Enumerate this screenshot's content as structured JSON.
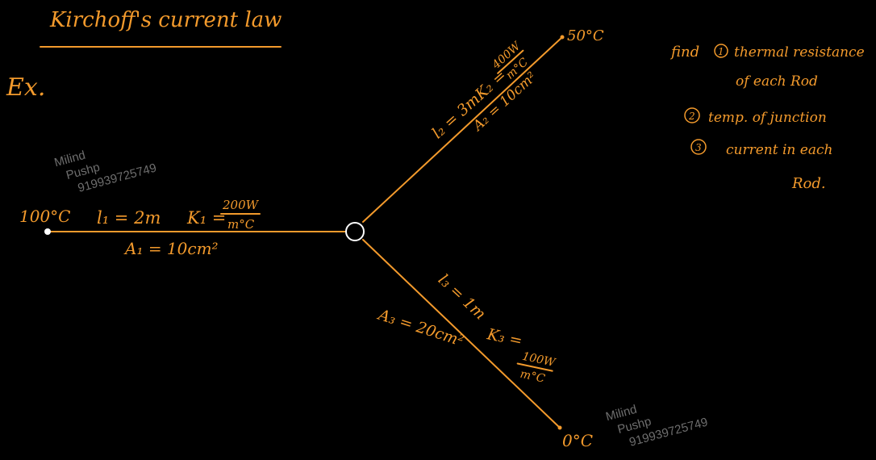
{
  "title": "Kirchoff's current law",
  "example_label": "Ex.",
  "rods": {
    "rod1": {
      "temp": "100°C",
      "length": "l₁ = 2m",
      "conductivity": "K₁ =",
      "k_num": "200W",
      "k_den": "m°C",
      "area": "A₁ = 10cm²"
    },
    "rod2": {
      "temp": "50°C",
      "length": "l₂ = 3m",
      "conductivity": "K₂ =",
      "k_num": "400W",
      "k_den": "m°C",
      "area": "A₂ = 10cm²"
    },
    "rod3": {
      "temp": "0°C",
      "length": "l₃ = 1m",
      "conductivity": "K₃ =",
      "k_num": "100W",
      "k_den": "m°C",
      "area": "A₃ = 20cm²"
    }
  },
  "task": {
    "find": "find",
    "item1_num": "1",
    "item1_line1": "thermal resistance",
    "item1_line2": "of each Rod",
    "item2_num": "2",
    "item2": "temp. of junction",
    "item3_num": "3",
    "item3_line1": "current in each",
    "item3_line2": "Rod."
  },
  "watermark": {
    "line1": "Milind",
    "line2": "Pushp",
    "line3": "919939725749"
  },
  "colors": {
    "ink": "#f39a2c",
    "background": "#000000",
    "junction": "#ffffff",
    "watermark": "#6e6e6e"
  }
}
